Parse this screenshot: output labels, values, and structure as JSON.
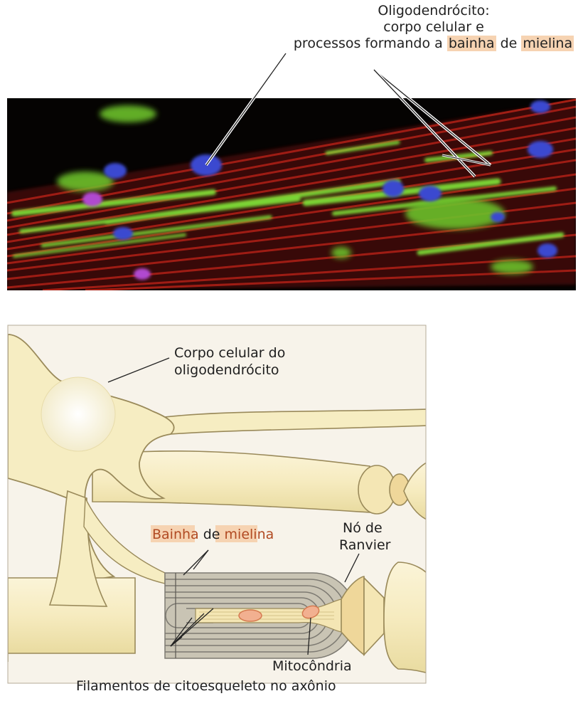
{
  "micrograph_caption": {
    "line1": "Oligodendrócito:",
    "line2": "corpo celular e",
    "line3_pre": "processos formando a ",
    "line3_hl1": "bainha",
    "line3_mid": " de ",
    "line3_hl2": "mielina"
  },
  "diagram_labels": {
    "cell_body_line1": "Corpo celular do",
    "cell_body_line2": "oligodendrócito",
    "sheath_word1": "Bainha",
    "sheath_mid": " de ",
    "sheath_word2": "mielina",
    "node_line1": "Nó de",
    "node_line2": "Ranvier",
    "mitochondria": "Mitocôndria",
    "filaments": "Filamentos de citoesqueleto no axônio"
  },
  "colors": {
    "highlight": "#f6d3b2",
    "cell_fill": "#f6edc2",
    "cell_stroke": "#9a8a5a",
    "myelin_gray": "#9a958a",
    "mitochondria": "#e8a07a",
    "fluor_red": "#c82818",
    "fluor_green": "#7ad436",
    "fluor_blue": "#3a4ad0"
  }
}
